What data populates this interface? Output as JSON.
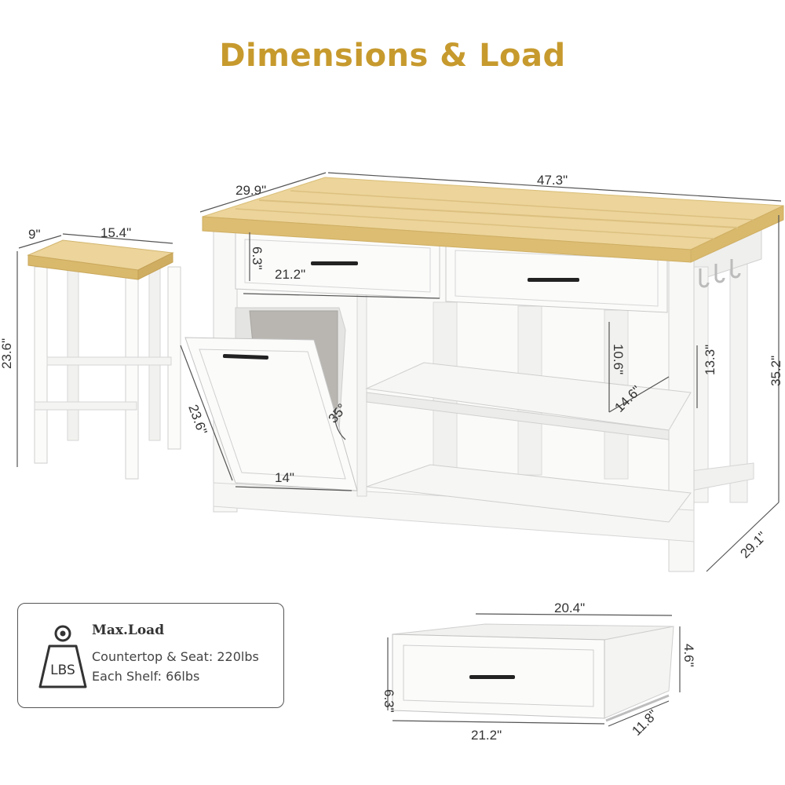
{
  "title": "Dimensions & Load",
  "dimensions": {
    "island_depth": "29.9\"",
    "island_width": "47.3\"",
    "island_height": "35.2\"",
    "island_base_depth": "29.1\"",
    "drawer_height": "6.3\"",
    "drawer_width": "21.2\"",
    "shelf_height": "10.6\"",
    "shelf_depth": "14.6\"",
    "side_shelf": "13.3\"",
    "bin_height": "23.6\"",
    "bin_width": "14\"",
    "bin_angle": "35°",
    "stool_depth": "9\"",
    "stool_width": "15.4\"",
    "stool_height": "23.6\"",
    "detail_drawer_width_inner": "20.4\"",
    "detail_drawer_height": "6.3\"",
    "detail_drawer_inner_height": "4.6\"",
    "detail_drawer_width": "21.2\"",
    "detail_drawer_depth": "11.8\""
  },
  "load": {
    "icon_label": "LBS",
    "heading": "Max.Load",
    "line1": "Countertop & Seat: 220lbs",
    "line2": "Each Shelf: 66lbs"
  },
  "colors": {
    "title": "#c79a2e",
    "wood": "#e8cf8c",
    "cabinet": "#f7f7f5",
    "outline": "#cfcfcf"
  }
}
